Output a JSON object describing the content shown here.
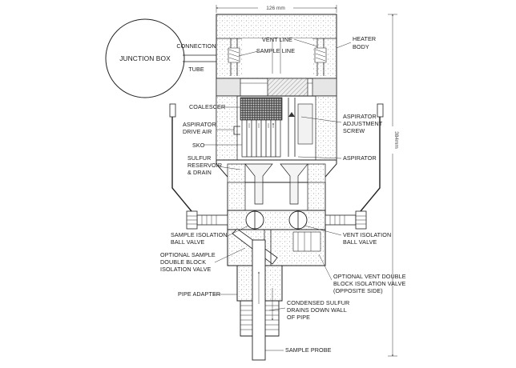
{
  "diagram": {
    "dimensions": {
      "width": "126 mm",
      "height": "384mm"
    },
    "components": {
      "junction_box": "JUNCTION BOX"
    },
    "labels": {
      "connection_tube": [
        "CONNECTION",
        "TUBE"
      ],
      "vent_line": "VENT LINE",
      "sample_line": "SAMPLE LINE",
      "heater_body": [
        "HEATER",
        "BODY"
      ],
      "coalescer": "COALESCER",
      "aspirator_drive_air": [
        "ASPIRATOR",
        "DRIVE AIR"
      ],
      "sko": "SKO",
      "sulfur_reservoir": [
        "SULFUR",
        "RESERVOIR",
        "& DRAIN"
      ],
      "aspirator_adjustment_screw": [
        "ASPIRATOR",
        "ADJUSTMENT",
        "SCREW"
      ],
      "aspirator": "ASPIRATOR",
      "sample_isolation_ball_valve": [
        "SAMPLE ISOLATION",
        "BALL VALVE"
      ],
      "vent_isolation_ball_valve": [
        "VENT ISOLATION",
        "BALL VALVE"
      ],
      "optional_sample_double_block": [
        "OPTIONAL SAMPLE",
        "DOUBLE BLOCK",
        "ISOLATION VALVE"
      ],
      "optional_vent_double_block": [
        "OPTIONAL VENT DOUBLE",
        "BLOCK ISOLATION VALVE",
        "(OPPOSITE SIDE)"
      ],
      "pipe_adapter": "PIPE ADAPTER",
      "condensed_sulfur": [
        "CONDENSED SULFUR",
        "DRAINS DOWN WALL",
        "OF PIPE"
      ],
      "sample_probe": "SAMPLE PROBE"
    }
  }
}
